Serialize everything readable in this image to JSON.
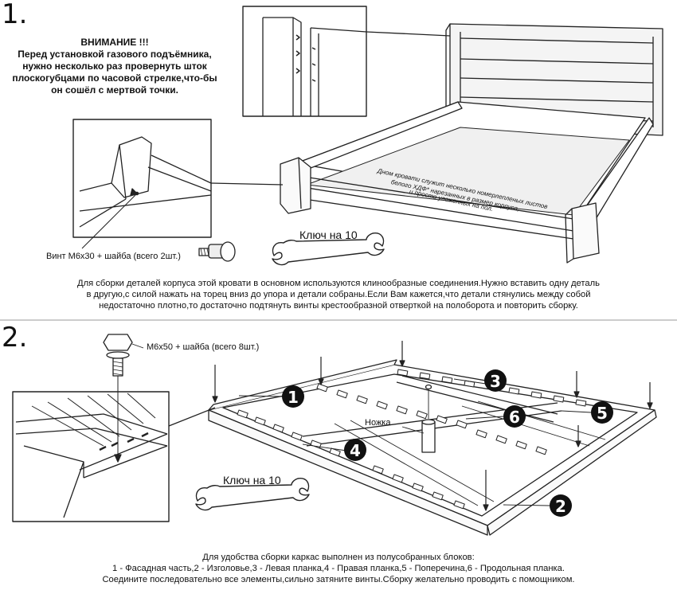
{
  "step1": {
    "number": "1.",
    "warning": {
      "title": "ВНИМАНИЕ !!!",
      "lines": [
        "Перед установкой газового подъёмника,",
        "нужно несколько раз провернуть шток",
        "плоскогубцами по часовой стрелке,что-бы",
        "он сошёл с мертвой точки."
      ]
    },
    "screw_label": "Винт М6х30 + шайба (всего 2шт.)",
    "wrench_label": "Ключ на 10",
    "bed_note": [
      "Дном кровати служит несколько номерлепленых листов",
      "белого ХДФ* нарезанных в размер корпуса,",
      "и просто уложенных на пол."
    ],
    "paragraph": [
      "Для сборки деталей корпуса этой кровати в основном используются клинообразные соединения.Нужно вставить одну деталь",
      "в другую,с силой нажать на торец вниз до упора и детали собраны.Если Вам кажется,что детали стянулись между собой",
      "недостаточно плотно,то достаточно подтянуть винты крестообразной отверткой на полоборота и повторить сборку."
    ]
  },
  "step2": {
    "number": "2.",
    "bolt_label": "М6х50 + шайба (всего 8шт.)",
    "leg_label": "Ножка",
    "wrench_label": "Ключ на 10",
    "parts": [
      "1",
      "2",
      "3",
      "4",
      "5",
      "6"
    ],
    "paragraph": [
      "Для удобства сборки каркас выполнен из полусобранных блоков:",
      "1 - Фасадная часть,2 - Изголовье,3 - Левая планка,4 - Правая планка,5 - Поперечина,6 - Продольная планка.",
      "Соедините последовательно все элементы,сильно затяните винты.Сборку желательно проводить с помощником."
    ]
  }
}
